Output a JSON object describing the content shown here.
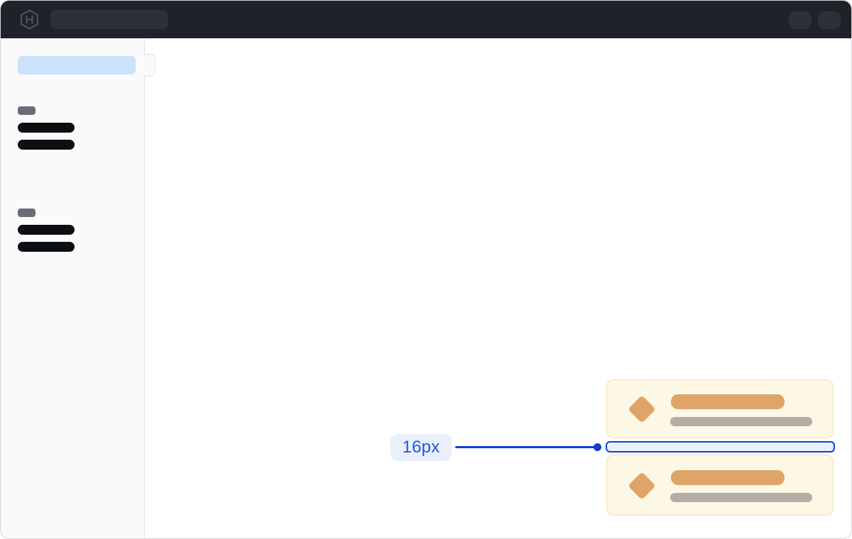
{
  "annotation": {
    "spacing_label": "16px",
    "spacing_value": 16
  },
  "topbar": {
    "logo_icon": "hashicorp-logo",
    "search_skeleton": true,
    "right_button_count": 2
  },
  "sidebar": {
    "active_item_skeleton": true,
    "sections": [
      {
        "label_skeleton": true,
        "item_count": 2
      },
      {
        "label_skeleton": true,
        "item_count": 2
      }
    ]
  },
  "cards": {
    "count": 2,
    "icon": "diamond",
    "title_skeleton": true,
    "subtitle_skeleton": true
  },
  "colors": {
    "window-border": "#d6d6da",
    "topbar-bg": "#1f2228",
    "topbar-pill": "#2c3037",
    "logo": "#4a4f57",
    "sidebar-bg": "#fafafa",
    "sidebar-border": "#e2e2e6",
    "active-blue": "#cce2fc",
    "skeleton-heading": "#686d76",
    "skeleton-item": "#0b0e13",
    "card-bg": "#fdf7e6",
    "card-border": "#f4e0a9",
    "card-accent": "#dfa467",
    "card-muted": "#b3ada3",
    "accent-line": "#0c40d0",
    "accent-text": "#1c56e4",
    "label-bg": "#e9effc",
    "gap-fill": "#e8f0fd"
  }
}
